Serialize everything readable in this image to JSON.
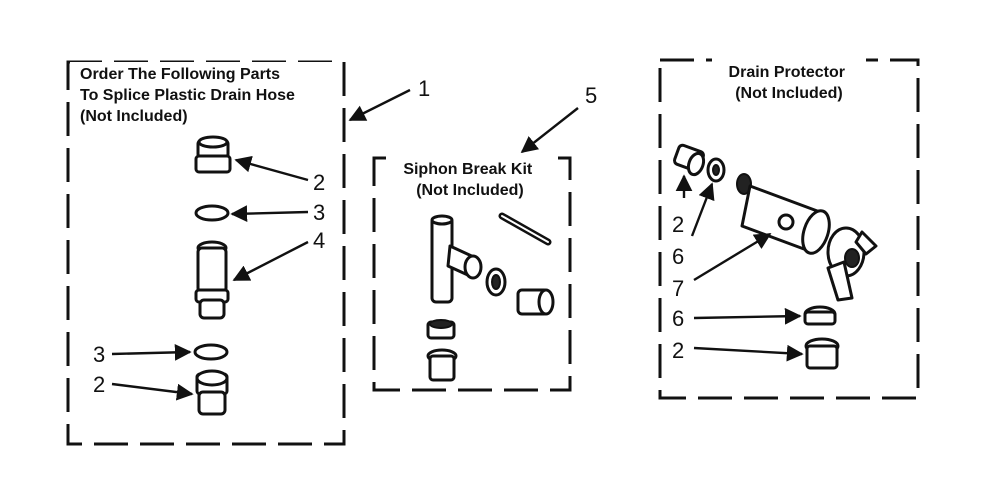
{
  "panels": {
    "splice": {
      "title_lines": [
        "Order The Following Parts",
        "To Splice Plastic Drain Hose",
        "(Not Included)"
      ],
      "ref": "1"
    },
    "siphon": {
      "title_lines": [
        "Siphon Break Kit",
        "(Not Included)"
      ],
      "ref": "5"
    },
    "drain": {
      "title_lines": [
        "Drain Protector",
        "(Not Included)"
      ]
    }
  },
  "callouts": {
    "splice": [
      "2",
      "3",
      "4",
      "3",
      "2"
    ],
    "drain": [
      "2",
      "6",
      "7",
      "6",
      "2"
    ]
  }
}
